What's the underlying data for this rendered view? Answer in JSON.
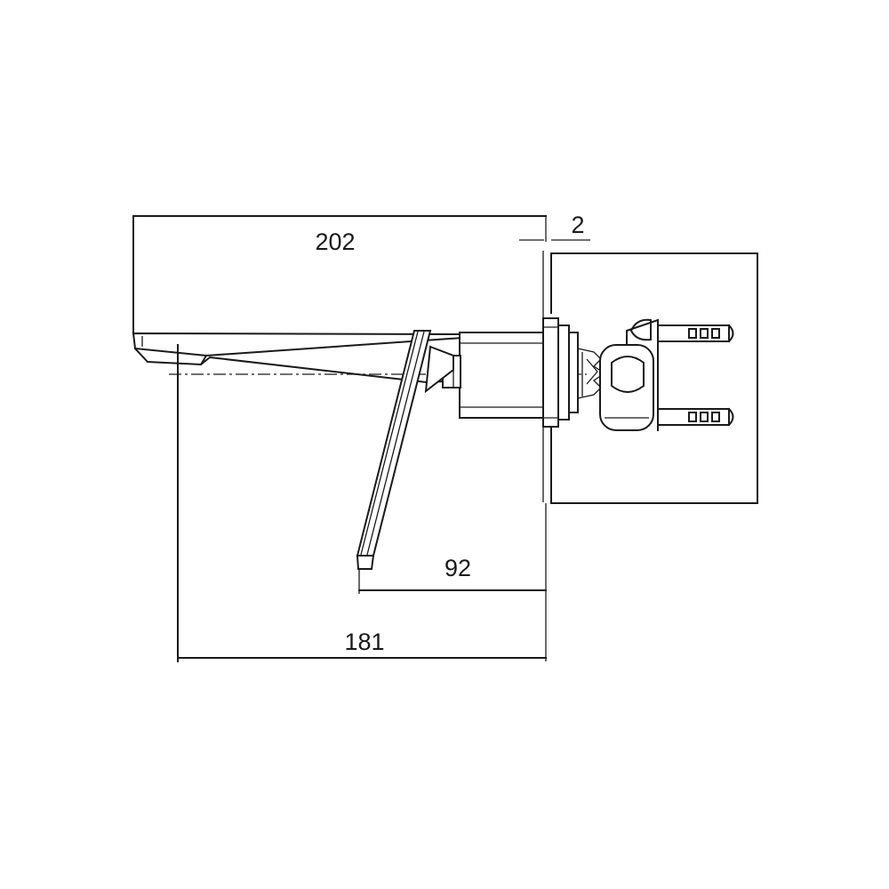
{
  "drawing": {
    "dimensions": {
      "overall_length": "202",
      "wall_gap": "2",
      "lever_distance": "92",
      "spout_to_wall": "181"
    }
  }
}
